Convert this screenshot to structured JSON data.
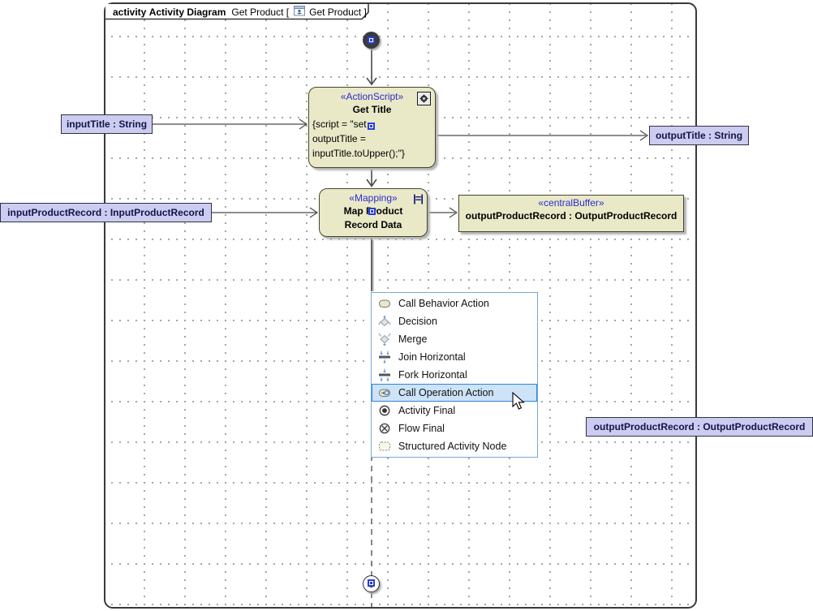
{
  "header": {
    "frame_kind": "activity",
    "frame_type": "Activity Diagram",
    "frame_name": "Get Product [",
    "frame_name_end": "Get Product ]",
    "icon": "activity-diagram-icon"
  },
  "nodes": {
    "initial": {
      "type": "initial-node"
    },
    "get_title": {
      "stereotype": "«ActionScript»",
      "name": "Get Title",
      "body": [
        "{script = \"set",
        "outputTitle =",
        "inputTitle.toUpper();\"}"
      ],
      "corner_icon": "behavior-gear-icon"
    },
    "map_product": {
      "stereotype": "«Mapping»",
      "name_lines": [
        "Map Product",
        "Record Data"
      ],
      "icon_text": "|=|",
      "corner_icon": "mapping-icon"
    },
    "central_buffer": {
      "stereotype": "«centralBuffer»",
      "name": "outputProductRecord : OutputProductRecord"
    },
    "activity_final": {
      "type": "activity-final-node"
    }
  },
  "pins": {
    "input_title": "inputTitle : String",
    "output_title": "outputTitle : String",
    "input_product_record": "inputProductRecord : InputProductRecord",
    "output_product_record": "outputProductRecord : OutputProductRecord"
  },
  "menu": {
    "items": [
      {
        "label": "Call Behavior Action",
        "icon": "call-behavior-action-icon"
      },
      {
        "label": "Decision",
        "icon": "decision-icon"
      },
      {
        "label": "Merge",
        "icon": "merge-icon"
      },
      {
        "label": "Join Horizontal",
        "icon": "join-horizontal-icon"
      },
      {
        "label": "Fork Horizontal",
        "icon": "fork-horizontal-icon"
      },
      {
        "label": "Call Operation Action",
        "icon": "call-operation-action-icon",
        "highlighted": true
      },
      {
        "label": "Activity Final",
        "icon": "activity-final-icon"
      },
      {
        "label": "Flow Final",
        "icon": "flow-final-icon"
      },
      {
        "label": "Structured Activity Node",
        "icon": "structured-activity-node-icon"
      }
    ]
  },
  "colors": {
    "node_fill": "#e9e9c8",
    "node_border": "#45452f",
    "pin_fill": "#ccccf0",
    "stereotype_text": "#2b2bd0",
    "menu_highlight_fill": "#cde3f7",
    "menu_highlight_border": "#2e86de",
    "selection_handle": "#2740d8",
    "frame_border": "#3a3a3a"
  }
}
